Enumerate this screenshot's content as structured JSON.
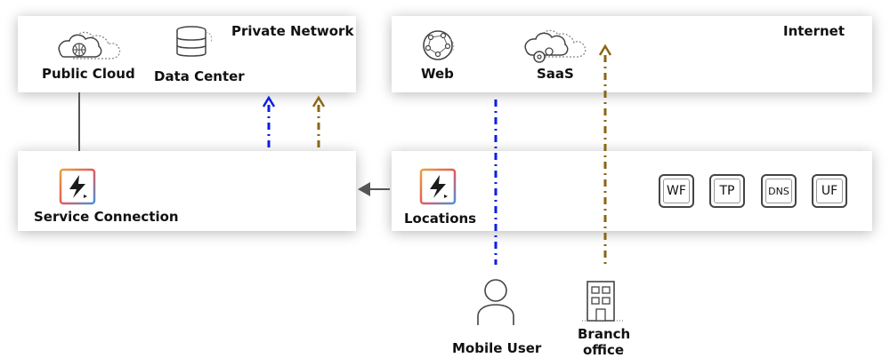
{
  "private_network": {
    "title": "Private Network",
    "public_cloud_label": "Public Cloud",
    "data_center_label": "Data Center"
  },
  "internet": {
    "title": "Internet",
    "web_label": "Web",
    "saas_label": "SaaS"
  },
  "service_connection": {
    "label": "Service Connection"
  },
  "locations": {
    "label": "Locations",
    "badges": [
      "WF",
      "TP",
      "DNS",
      "UF"
    ]
  },
  "mobile_user": {
    "label": "Mobile User"
  },
  "branch_office": {
    "label_line1": "Branch",
    "label_line2": "office"
  },
  "colors": {
    "mobile_path": "#0a1ee8",
    "branch_path": "#8a6513",
    "link": "#555555"
  }
}
